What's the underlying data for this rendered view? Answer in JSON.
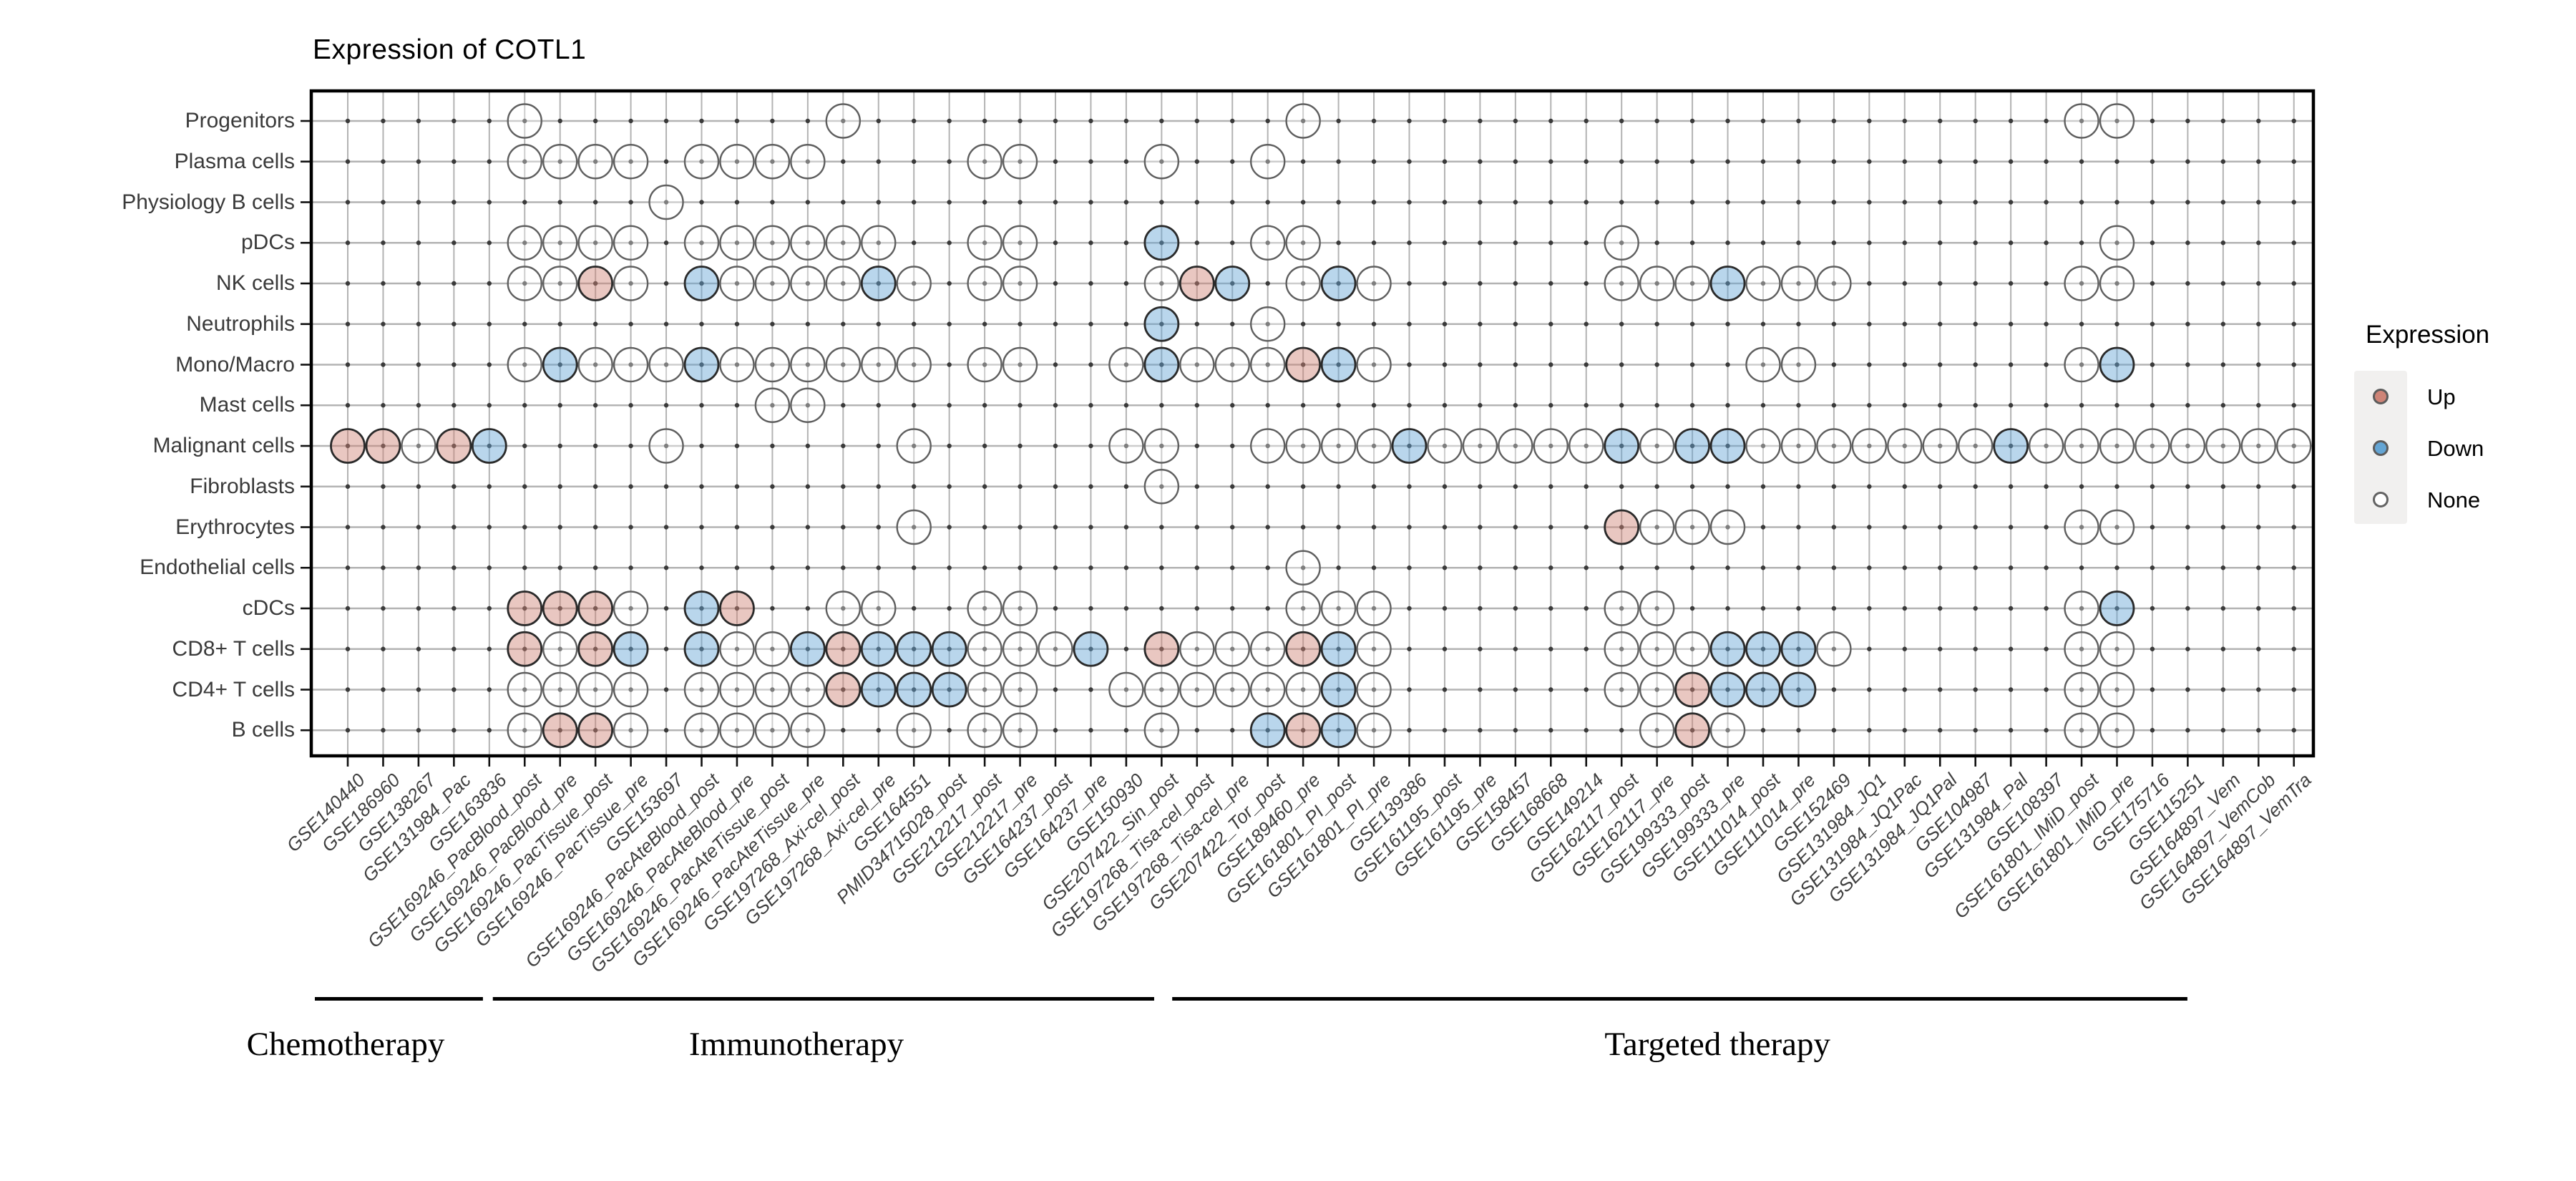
{
  "title": "Expression of COTL1",
  "legend": {
    "title": "Expression",
    "items": [
      {
        "label": "Up",
        "state": "U"
      },
      {
        "label": "Down",
        "state": "D"
      },
      {
        "label": "None",
        "state": "N"
      }
    ]
  },
  "colors": {
    "up_key": "#CE8477",
    "down_key": "#64A5D4",
    "none_key": "#FFFFFF",
    "up_fill": "rgba(206,130,117,0.45)",
    "down_fill": "rgba(100,165,212,0.45)",
    "none_fill": "rgba(255,255,255,0.35)",
    "stroke_colored": "#2a2a2a",
    "stroke_none": "#5f5f5f",
    "grid": "#b3b3b3",
    "intersection_dot": "#3a3a3a",
    "axis": "#000000",
    "legend_box": "#f1f0ef"
  },
  "chart_data": {
    "type": "dot_matrix",
    "title": "Expression of COTL1",
    "legend_title": "Expression",
    "states": {
      "U": "Up",
      "D": "Down",
      "N": "None"
    },
    "rows": [
      "Progenitors",
      "Plasma cells",
      "Physiology B cells",
      "pDCs",
      "NK cells",
      "Neutrophils",
      "Mono/Macro",
      "Mast cells",
      "Malignant cells",
      "Fibroblasts",
      "Erythrocytes",
      "Endothelial cells",
      "cDCs",
      "CD8+ T cells",
      "CD4+ T cells",
      "B cells"
    ],
    "columns": [
      "GSE140440",
      "GSE186960",
      "GSE138267",
      "GSE131984_Pac",
      "GSE163836",
      "GSE169246_PacBlood_post",
      "GSE169246_PacBlood_pre",
      "GSE169246_PacTissue_post",
      "GSE169246_PacTissue_pre",
      "GSE153697",
      "GSE169246_PacAteBlood_post",
      "GSE169246_PacAteBlood_pre",
      "GSE169246_PacAteTissue_post",
      "GSE169246_PacAteTissue_pre",
      "GSE197268_Axi-cel_post",
      "GSE197268_Axi-cel_pre",
      "GSE164551",
      "PMID34715028_post",
      "GSE212217_post",
      "GSE212217_pre",
      "GSE164237_post",
      "GSE164237_pre",
      "GSE150930",
      "GSE207422_Sin_post",
      "GSE197268_Tisa-cel_post",
      "GSE197268_Tisa-cel_pre",
      "GSE207422_Tor_post",
      "GSE189460_pre",
      "GSE161801_PI_post",
      "GSE161801_PI_pre",
      "GSE139386",
      "GSE161195_post",
      "GSE161195_pre",
      "GSE158457",
      "GSE168668",
      "GSE149214",
      "GSE162117_post",
      "GSE162117_pre",
      "GSE199333_post",
      "GSE199333_pre",
      "GSE111014_post",
      "GSE111014_pre",
      "GSE152469",
      "GSE131984_JQ1",
      "GSE131984_JQ1Pac",
      "GSE131984_JQ1Pal",
      "GSE104987",
      "GSE131984_Pal",
      "GSE108397",
      "GSE161801_IMiD_post",
      "GSE161801_IMiD_pre",
      "GSE175716",
      "GSE115251",
      "GSE164897_Vem",
      "GSE164897_VemCob",
      "GSE164897_VemTra"
    ],
    "points_by_row": [
      {
        "row": "Progenitors",
        "cells": "6N 15N 28N 50N 51N"
      },
      {
        "row": "Plasma cells",
        "cells": "6N 7N 8N 9N 11N 12N 13N 14N 19N 20N 24N 27N"
      },
      {
        "row": "Physiology B cells",
        "cells": "10N"
      },
      {
        "row": "pDCs",
        "cells": "6N 7N 8N 9N 11N 12N 13N 14N 15N 16N 19N 20N 24D 27N 28N 37N 51N"
      },
      {
        "row": "NK cells",
        "cells": "6N 7N 8U 9N 11D 12N 13N 14N 15N 16D 17N 19N 20N 24N 25U 26D 28N 29D 30N 37N 38N 39N 40D 41N 42N 43N 50N 51N"
      },
      {
        "row": "Neutrophils",
        "cells": "24D 27N"
      },
      {
        "row": "Mono/Macro",
        "cells": "6N 7D 8N 9N 10N 11D 12N 13N 14N 15N 16N 17N 19N 20N 23N 24D 25N 26N 27N 28U 29D 30N 41N 42N 50N 51D"
      },
      {
        "row": "Mast cells",
        "cells": "13N 14N"
      },
      {
        "row": "Malignant cells",
        "cells": "1U 2U 3N 4U 5D 10N 17N 23N 24N 27N 28N 29N 30N 31D 32N 33N 34N 35N 36N 37D 38N 39D 40D 41N 42N 43N 44N 45N 46N 47N 48D 49N 50N 51N 52N 53N 54N 55N 56N"
      },
      {
        "row": "Fibroblasts",
        "cells": "24N"
      },
      {
        "row": "Erythrocytes",
        "cells": "17N 37U 38N 39N 40N 50N 51N"
      },
      {
        "row": "Endothelial cells",
        "cells": "28N"
      },
      {
        "row": "cDCs",
        "cells": "6U 7U 8U 9N 11D 12U 15N 16N 19N 20N 28N 29N 30N 37N 38N 50N 51D"
      },
      {
        "row": "CD8+ T cells",
        "cells": "6U 7N 8U 9D 11D 12N 13N 14D 15U 16D 17D 18D 19N 20N 21N 22D 24U 25N 26N 27N 28U 29D 30N 37N 38N 39N 40D 41D 42D 43N 50N 51N"
      },
      {
        "row": "CD4+ T cells",
        "cells": "6N 7N 8N 9N 11N 12N 13N 14N 15U 16D 17D 18D 19N 20N 23N 24N 25N 26N 27N 28N 29D 30N 37N 38N 39U 40D 41D 42D 50N 51N"
      },
      {
        "row": "B cells",
        "cells": "6N 7U 8U 9N 11N 12N 13N 14N 17N 19N 20N 24N 27D 28U 29D 30N 38N 39U 40N 50N 51N"
      }
    ],
    "groups": [
      {
        "label": "Chemotherapy",
        "col_start": 0.07,
        "col_end": 4.82,
        "label_center_col": 0.94
      },
      {
        "label": "Immunotherapy",
        "col_start": 5.1,
        "col_end": 23.79,
        "label_center_col": 13.68
      },
      {
        "label": "Targeted therapy",
        "col_start": 24.3,
        "col_end": 52.99,
        "label_center_col": 39.71
      }
    ],
    "layout_hints": {
      "grid": true,
      "legend_position": "right",
      "x_labels_rotated_45": true
    }
  }
}
